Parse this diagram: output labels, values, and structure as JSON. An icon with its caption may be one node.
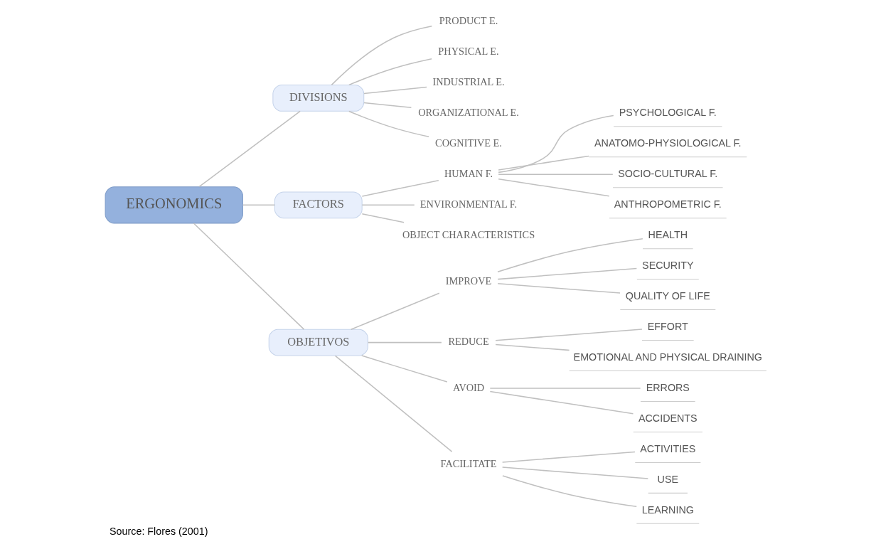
{
  "diagram": {
    "caption": "Source: Flores (2001)",
    "nodes": [
      {
        "text": [
          "ERGONOMICS"
        ]
      },
      {
        "text": [
          "DIVISIONS"
        ]
      },
      {
        "text": [
          "PRODUCT E."
        ]
      },
      {
        "text": [
          "PHYSICAL E."
        ]
      },
      {
        "text": [
          "INDUSTRIAL E."
        ]
      },
      {
        "text": [
          "ORGANIZATIONAL E."
        ]
      },
      {
        "text": [
          "COGNITIVE E."
        ]
      },
      {
        "text": [
          "FACTORS"
        ]
      },
      {
        "text": [
          "HUMAN F."
        ]
      },
      {
        "text": [
          "PSYCHOLOGICAL F."
        ]
      },
      {
        "text": [
          "ANATOMO-PHYSIOLOGICAL F."
        ]
      },
      {
        "text": [
          "SOCIO-CULTURAL F."
        ]
      },
      {
        "text": [
          "ANTHROPOMETRIC F."
        ]
      },
      {
        "text": [
          "ENVIRONMENTAL F."
        ]
      },
      {
        "text": [
          "OBJECT CHARACTERISTICS"
        ]
      },
      {
        "text": [
          "OBJETIVOS"
        ]
      },
      {
        "text": [
          "IMPROVE"
        ]
      },
      {
        "text": [
          "HEALTH"
        ]
      },
      {
        "text": [
          "SECURITY"
        ]
      },
      {
        "text": [
          "QUALITY OF LIFE"
        ]
      },
      {
        "text": [
          "REDUCE"
        ]
      },
      {
        "text": [
          "EFFORT"
        ]
      },
      {
        "text": [
          "EMOTIONAL AND PHYSICAL DRAINING"
        ]
      },
      {
        "text": [
          "AVOID"
        ]
      },
      {
        "text": [
          "ERRORS"
        ]
      },
      {
        "text": [
          "ACCIDENTS"
        ]
      },
      {
        "text": [
          "FACILITATE"
        ]
      },
      {
        "text": [
          "ACTIVITIES"
        ]
      },
      {
        "text": [
          "USE"
        ]
      },
      {
        "text": [
          "LEARNING"
        ]
      }
    ],
    "edges": [
      {
        "from": 0,
        "to": 1,
        "arrow": "none"
      },
      {
        "from": 1,
        "to": 2,
        "arrow": "none"
      },
      {
        "from": 1,
        "to": 3,
        "arrow": "none"
      },
      {
        "from": 1,
        "to": 4,
        "arrow": "none"
      },
      {
        "from": 1,
        "to": 5,
        "arrow": "none"
      },
      {
        "from": 1,
        "to": 6,
        "arrow": "none"
      },
      {
        "from": 0,
        "to": 7,
        "arrow": "none"
      },
      {
        "from": 7,
        "to": 8,
        "arrow": "none"
      },
      {
        "from": 8,
        "to": 9,
        "arrow": "none"
      },
      {
        "from": 8,
        "to": 10,
        "arrow": "none"
      },
      {
        "from": 8,
        "to": 11,
        "arrow": "none"
      },
      {
        "from": 8,
        "to": 12,
        "arrow": "none"
      },
      {
        "from": 7,
        "to": 13,
        "arrow": "none"
      },
      {
        "from": 7,
        "to": 14,
        "arrow": "none"
      },
      {
        "from": 0,
        "to": 15,
        "arrow": "none"
      },
      {
        "from": 15,
        "to": 16,
        "arrow": "none"
      },
      {
        "from": 16,
        "to": 17,
        "arrow": "none"
      },
      {
        "from": 16,
        "to": 18,
        "arrow": "none"
      },
      {
        "from": 16,
        "to": 19,
        "arrow": "none"
      },
      {
        "from": 15,
        "to": 20,
        "arrow": "none"
      },
      {
        "from": 20,
        "to": 21,
        "arrow": "none"
      },
      {
        "from": 20,
        "to": 22,
        "arrow": "none"
      },
      {
        "from": 15,
        "to": 23,
        "arrow": "none"
      },
      {
        "from": 23,
        "to": 24,
        "arrow": "none"
      },
      {
        "from": 23,
        "to": 25,
        "arrow": "none"
      },
      {
        "from": 15,
        "to": 26,
        "arrow": "none"
      },
      {
        "from": 26,
        "to": 27,
        "arrow": "none"
      },
      {
        "from": 26,
        "to": 28,
        "arrow": "none"
      },
      {
        "from": 26,
        "to": 29,
        "arrow": "none"
      }
    ]
  }
}
